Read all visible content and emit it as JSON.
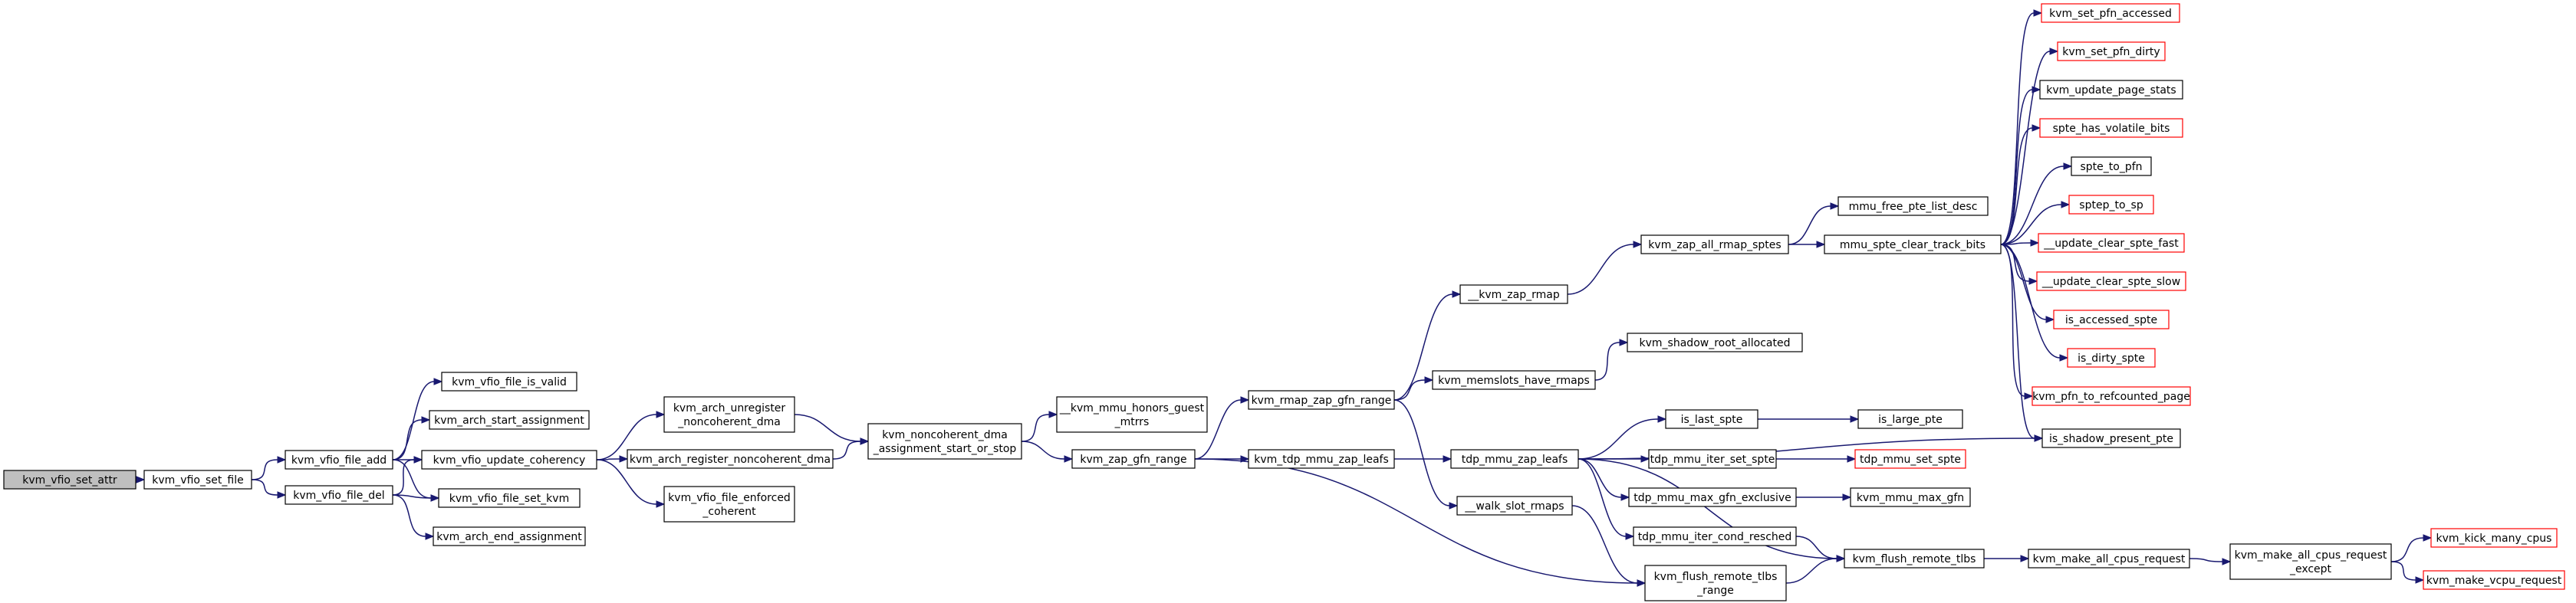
{
  "diagram": {
    "nodes": [
      {
        "id": "set_attr",
        "lines": [
          "kvm_vfio_set_attr"
        ],
        "root": true
      },
      {
        "id": "set_file",
        "lines": [
          "kvm_vfio_set_file"
        ]
      },
      {
        "id": "file_add",
        "lines": [
          "kvm_vfio_file_add"
        ]
      },
      {
        "id": "file_del",
        "lines": [
          "kvm_vfio_file_del"
        ]
      },
      {
        "id": "is_valid",
        "lines": [
          "kvm_vfio_file_is_valid"
        ]
      },
      {
        "id": "start_assign",
        "lines": [
          "kvm_arch_start_assignment"
        ]
      },
      {
        "id": "update_coh",
        "lines": [
          "kvm_vfio_update_coherency"
        ]
      },
      {
        "id": "set_kvm",
        "lines": [
          "kvm_vfio_file_set_kvm"
        ]
      },
      {
        "id": "end_assign",
        "lines": [
          "kvm_arch_end_assignment"
        ]
      },
      {
        "id": "unreg_nc",
        "lines": [
          "kvm_arch_unregister",
          "_noncoherent_dma"
        ]
      },
      {
        "id": "reg_nc",
        "lines": [
          "kvm_arch_register_noncoherent_dma"
        ]
      },
      {
        "id": "enforced",
        "lines": [
          "kvm_vfio_file_enforced",
          "_coherent"
        ]
      },
      {
        "id": "nc_dma",
        "lines": [
          "kvm_noncoherent_dma",
          "_assignment_start_or_stop"
        ]
      },
      {
        "id": "honors",
        "lines": [
          "__kvm_mmu_honors_guest",
          "_mtrrs"
        ]
      },
      {
        "id": "zap_gfn",
        "lines": [
          "kvm_zap_gfn_range"
        ]
      },
      {
        "id": "rmap_zap",
        "lines": [
          "kvm_rmap_zap_gfn_range"
        ]
      },
      {
        "id": "tdp_zap_leafs",
        "lines": [
          "kvm_tdp_mmu_zap_leafs"
        ]
      },
      {
        "id": "flush_range",
        "lines": [
          "kvm_flush_remote_tlbs",
          "_range"
        ]
      },
      {
        "id": "kvm_zap_rmap",
        "lines": [
          "__kvm_zap_rmap"
        ]
      },
      {
        "id": "have_rmaps",
        "lines": [
          "kvm_memslots_have_rmaps"
        ]
      },
      {
        "id": "walk_slot",
        "lines": [
          "__walk_slot_rmaps"
        ]
      },
      {
        "id": "zap_all_rmap",
        "lines": [
          "kvm_zap_all_rmap_sptes"
        ]
      },
      {
        "id": "shadow_root",
        "lines": [
          "kvm_shadow_root_allocated"
        ]
      },
      {
        "id": "tdp_zap_leafs2",
        "lines": [
          "tdp_mmu_zap_leafs"
        ]
      },
      {
        "id": "cond_resched",
        "lines": [
          "tdp_mmu_iter_cond_resched"
        ]
      },
      {
        "id": "free_pte",
        "lines": [
          "mmu_free_pte_list_desc"
        ]
      },
      {
        "id": "clear_track",
        "lines": [
          "mmu_spte_clear_track_bits"
        ]
      },
      {
        "id": "is_last",
        "lines": [
          "is_last_spte"
        ]
      },
      {
        "id": "iter_set",
        "lines": [
          "tdp_mmu_iter_set_spte"
        ]
      },
      {
        "id": "max_gfn_excl",
        "lines": [
          "tdp_mmu_max_gfn_exclusive"
        ]
      },
      {
        "id": "flush_tlbs",
        "lines": [
          "kvm_flush_remote_tlbs"
        ]
      },
      {
        "id": "is_large",
        "lines": [
          "is_large_pte"
        ]
      },
      {
        "id": "tdp_set",
        "lines": [
          "tdp_mmu_set_spte"
        ],
        "red": true
      },
      {
        "id": "max_gfn",
        "lines": [
          "kvm_mmu_max_gfn"
        ]
      },
      {
        "id": "make_all",
        "lines": [
          "kvm_make_all_cpus_request"
        ]
      },
      {
        "id": "make_all_exc",
        "lines": [
          "kvm_make_all_cpus_request",
          "_except"
        ]
      },
      {
        "id": "kick_many",
        "lines": [
          "kvm_kick_many_cpus"
        ],
        "red": true
      },
      {
        "id": "make_vcpu",
        "lines": [
          "kvm_make_vcpu_request"
        ],
        "red": true
      },
      {
        "id": "pfn_accessed",
        "lines": [
          "kvm_set_pfn_accessed"
        ],
        "red": true
      },
      {
        "id": "pfn_dirty",
        "lines": [
          "kvm_set_pfn_dirty"
        ],
        "red": true
      },
      {
        "id": "page_stats",
        "lines": [
          "kvm_update_page_stats"
        ]
      },
      {
        "id": "volatile",
        "lines": [
          "spte_has_volatile_bits"
        ],
        "red": true
      },
      {
        "id": "spte_pfn",
        "lines": [
          "spte_to_pfn"
        ]
      },
      {
        "id": "sptep_sp",
        "lines": [
          "sptep_to_sp"
        ],
        "red": true
      },
      {
        "id": "upd_fast",
        "lines": [
          "__update_clear_spte_fast"
        ],
        "red": true
      },
      {
        "id": "upd_slow",
        "lines": [
          "__update_clear_spte_slow"
        ],
        "red": true
      },
      {
        "id": "accessed",
        "lines": [
          "is_accessed_spte"
        ],
        "red": true
      },
      {
        "id": "dirty",
        "lines": [
          "is_dirty_spte"
        ],
        "red": true
      },
      {
        "id": "refcounted",
        "lines": [
          "kvm_pfn_to_refcounted_page"
        ],
        "red": true
      },
      {
        "id": "present",
        "lines": [
          "is_shadow_present_pte"
        ]
      }
    ],
    "edges": [
      [
        "set_attr",
        "set_file"
      ],
      [
        "set_file",
        "file_add"
      ],
      [
        "set_file",
        "file_del"
      ],
      [
        "file_add",
        "is_valid"
      ],
      [
        "file_add",
        "start_assign"
      ],
      [
        "file_add",
        "update_coh"
      ],
      [
        "file_add",
        "set_kvm"
      ],
      [
        "file_del",
        "update_coh"
      ],
      [
        "file_del",
        "set_kvm"
      ],
      [
        "file_del",
        "end_assign"
      ],
      [
        "update_coh",
        "unreg_nc"
      ],
      [
        "update_coh",
        "reg_nc"
      ],
      [
        "update_coh",
        "enforced"
      ],
      [
        "unreg_nc",
        "nc_dma"
      ],
      [
        "reg_nc",
        "nc_dma"
      ],
      [
        "nc_dma",
        "honors"
      ],
      [
        "nc_dma",
        "zap_gfn"
      ],
      [
        "zap_gfn",
        "rmap_zap"
      ],
      [
        "zap_gfn",
        "tdp_zap_leafs"
      ],
      [
        "zap_gfn",
        "flush_range"
      ],
      [
        "rmap_zap",
        "kvm_zap_rmap"
      ],
      [
        "rmap_zap",
        "have_rmaps"
      ],
      [
        "rmap_zap",
        "walk_slot"
      ],
      [
        "kvm_zap_rmap",
        "zap_all_rmap"
      ],
      [
        "have_rmaps",
        "shadow_root"
      ],
      [
        "walk_slot",
        "flush_range"
      ],
      [
        "tdp_zap_leafs",
        "tdp_zap_leafs2"
      ],
      [
        "zap_all_rmap",
        "free_pte"
      ],
      [
        "zap_all_rmap",
        "clear_track"
      ],
      [
        "tdp_zap_leafs2",
        "is_last"
      ],
      [
        "tdp_zap_leafs2",
        "iter_set"
      ],
      [
        "tdp_zap_leafs2",
        "max_gfn_excl"
      ],
      [
        "tdp_zap_leafs2",
        "cond_resched"
      ],
      [
        "tdp_zap_leafs2",
        "flush_tlbs"
      ],
      [
        "tdp_zap_leafs2",
        "present"
      ],
      [
        "is_last",
        "is_large"
      ],
      [
        "iter_set",
        "tdp_set"
      ],
      [
        "max_gfn_excl",
        "max_gfn"
      ],
      [
        "cond_resched",
        "flush_tlbs"
      ],
      [
        "flush_range",
        "flush_tlbs"
      ],
      [
        "flush_tlbs",
        "make_all"
      ],
      [
        "make_all",
        "make_all_exc"
      ],
      [
        "make_all_exc",
        "kick_many"
      ],
      [
        "make_all_exc",
        "make_vcpu"
      ],
      [
        "clear_track",
        "pfn_accessed"
      ],
      [
        "clear_track",
        "pfn_dirty"
      ],
      [
        "clear_track",
        "page_stats"
      ],
      [
        "clear_track",
        "volatile"
      ],
      [
        "clear_track",
        "spte_pfn"
      ],
      [
        "clear_track",
        "sptep_sp"
      ],
      [
        "clear_track",
        "upd_fast"
      ],
      [
        "clear_track",
        "upd_slow"
      ],
      [
        "clear_track",
        "accessed"
      ],
      [
        "clear_track",
        "dirty"
      ],
      [
        "clear_track",
        "refcounted"
      ],
      [
        "clear_track",
        "present"
      ]
    ]
  }
}
